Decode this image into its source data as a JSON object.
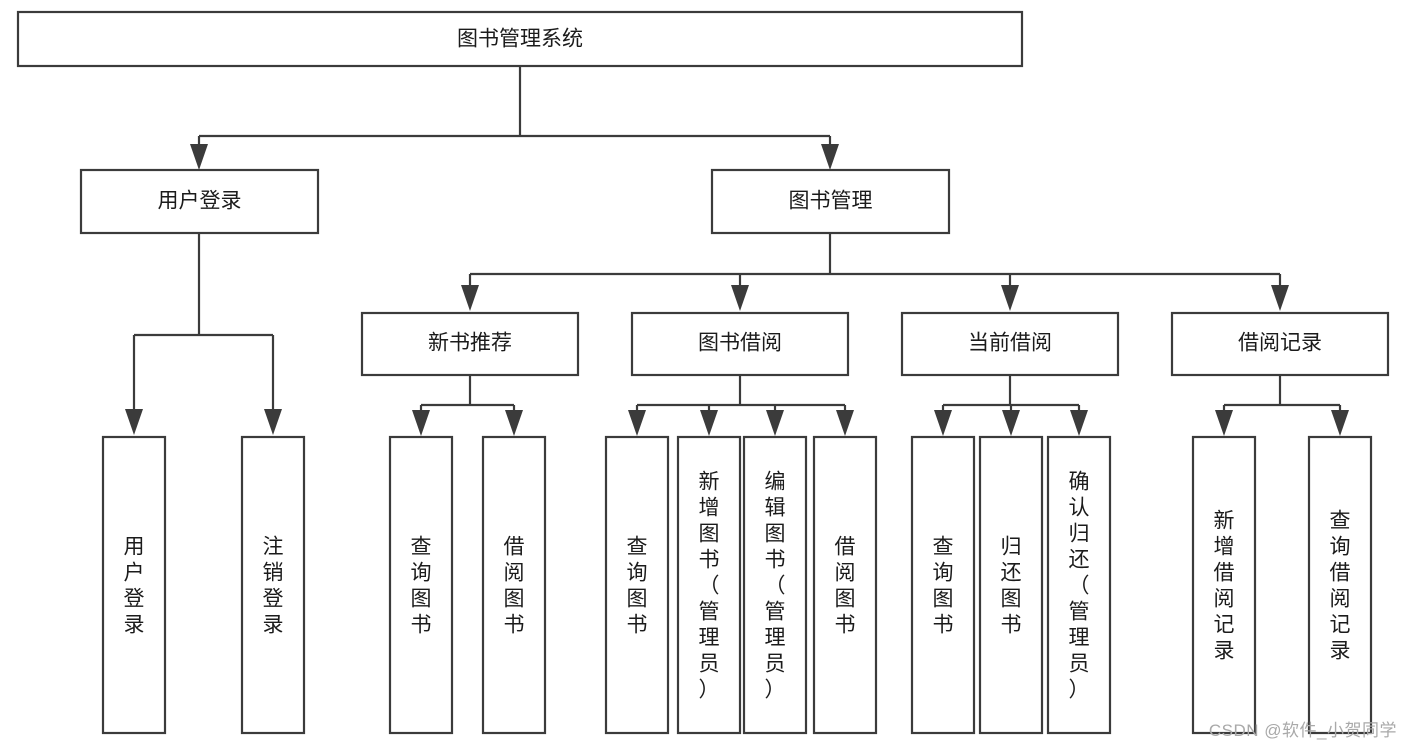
{
  "diagram": {
    "type": "tree",
    "title": "图书管理系统",
    "watermark": "CSDN @软件_小贺同学",
    "colors": {
      "stroke": "#3b3b3b",
      "fill": "#ffffff",
      "text": "#1b1b1b",
      "watermark": "#a9a9a9",
      "background": "#ffffff"
    },
    "nodes": {
      "root": {
        "label": "图书管理系统"
      },
      "level2": [
        {
          "label": "用户登录"
        },
        {
          "label": "图书管理"
        }
      ],
      "level3": [
        {
          "label": "新书推荐"
        },
        {
          "label": "图书借阅"
        },
        {
          "label": "当前借阅"
        },
        {
          "label": "借阅记录"
        }
      ],
      "leaves": {
        "user_login": [
          {
            "label": "用户登录"
          },
          {
            "label": "注销登录"
          }
        ],
        "new_book_recommend": [
          {
            "label": "查询图书"
          },
          {
            "label": "借阅图书"
          }
        ],
        "book_borrow": [
          {
            "label": "查询图书"
          },
          {
            "label": "新增图书（管理员）"
          },
          {
            "label": "编辑图书（管理员）"
          },
          {
            "label": "借阅图书"
          }
        ],
        "current_borrow": [
          {
            "label": "查询图书"
          },
          {
            "label": "归还图书"
          },
          {
            "label": "确认归还（管理员）"
          }
        ],
        "borrow_record": [
          {
            "label": "新增借阅记录"
          },
          {
            "label": "查询借阅记录"
          }
        ]
      }
    }
  }
}
